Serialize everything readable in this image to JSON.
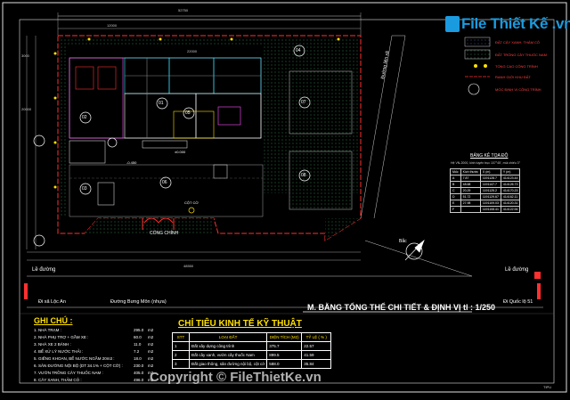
{
  "watermark": {
    "logo_text": "File Thiết Kế .vn",
    "copyright": "Copyright © FileThietKe.vn"
  },
  "plan": {
    "title": "M. BẰNG TỔNG THỂ CHI TIẾT & ĐỊNH VỊ  tl : 1/250",
    "road_left": "Lề đường",
    "road_right": "Lề đường",
    "street_left": "Đi xã Lộc An",
    "street_center": "Đường Bưng Môn (nhựa)",
    "street_right": "Đi Quốc lộ 51",
    "gate_label": "CỔNG CHÍNH",
    "gate_post_label": "CỘT CỜ",
    "side_road": "Đường liên xã",
    "north": "Bắc",
    "dims": {
      "top_total": "52750",
      "bottom_total": "48550",
      "top_a": "12000",
      "top_b": "22000",
      "left_a": "3000",
      "left_b": "20000"
    },
    "zones": [
      "01",
      "02",
      "03",
      "04",
      "05",
      "06",
      "07",
      "08"
    ],
    "elevation_a": "±0.000",
    "elevation_b": "-0.450"
  },
  "legend": {
    "items": [
      {
        "label": "ĐẤT CÂY XANH, THẢM CỎ",
        "color": "#2f4aa0"
      },
      {
        "label": "ĐẤT TRỒNG CÂY THUỐC NAM",
        "color": "#1e6a40"
      },
      {
        "label": "TỔNG CAO CÔNG TRÌNH",
        "color": "#ffe000"
      },
      {
        "label": "RANH GIỚI KHU ĐẤT",
        "color": "#ff4040"
      },
      {
        "label": "MỐC ĐỊNH VỊ CÔNG TRÌNH",
        "color": "#ffffff"
      }
    ]
  },
  "coord_table": {
    "title": "BẢNG KÊ TỌA ĐỘ",
    "subtitle": "Hệ VN-2000, kinh tuyến trục 107°45', múi chiếu 3°",
    "headers": [
      "Mốc",
      "Kích thước",
      "X (m)",
      "Y (m)"
    ],
    "rows": [
      [
        "A",
        "7.87",
        "1191128.7",
        "414123.44"
      ],
      [
        "B",
        "48.68",
        "1191147.7",
        "414126.73"
      ],
      [
        "C",
        "20.29",
        "1191125.2",
        "414170.23"
      ],
      [
        "D",
        "51.72",
        "1191129.67",
        "414162.11"
      ],
      [
        "E",
        "27.98",
        "1191109.03",
        "414120.31"
      ],
      [
        "F",
        "",
        "1191108.41",
        "414122.94"
      ]
    ]
  },
  "notes": {
    "title": "GHI CHÚ :",
    "rows": [
      {
        "label": "1. NHÀ TRẠM :",
        "value": "295.0",
        "unit": "m2"
      },
      {
        "label": "2. NHÀ PHỤ TRỢ + GẦM XE :",
        "value": "60.0",
        "unit": "m2"
      },
      {
        "label": "3. NHÀ XE 2 BÁNH :",
        "value": "11.0",
        "unit": "m2"
      },
      {
        "label": "4. BỂ XỬ LÝ NƯỚC THẢI :",
        "value": "7.2",
        "unit": "m2"
      },
      {
        "label": "5. GIẾNG KHOAN, BỂ NƯỚC NGẦM 20m3 :",
        "value": "18.0",
        "unit": "m2"
      },
      {
        "label": "6. SÂN ĐƯỜNG NỘI BỘ (DT 34.1% + CỘT CỜ) :",
        "value": "230.0",
        "unit": "m2"
      },
      {
        "label": "7. VƯỜN TRỒNG CÂY THUỐC NAM :",
        "value": "405.0",
        "unit": "m2"
      },
      {
        "label": "8. CÂY XANH, THẢM CỎ :",
        "value": "496.0",
        "unit": "m2"
      }
    ]
  },
  "econ_table": {
    "title": "CHỈ TIÊU KINH TẾ KỸ THUẬT",
    "headers": [
      "STT",
      "LOẠI ĐẤT",
      "DIỆN TÍCH (M2)",
      "TỶ LỆ ( % )"
    ],
    "rows": [
      [
        "1",
        "Đất xây dựng công trình",
        "375.7",
        "22.57"
      ],
      [
        "2",
        "Đất cây xanh, vườn cây thuốc Nam",
        "899.5",
        "41.59"
      ],
      [
        "3",
        "Đất giao thông, sân đường nội bộ, cột cờ",
        "588.0",
        "35.84"
      ]
    ]
  },
  "status_bar": "TIPU"
}
